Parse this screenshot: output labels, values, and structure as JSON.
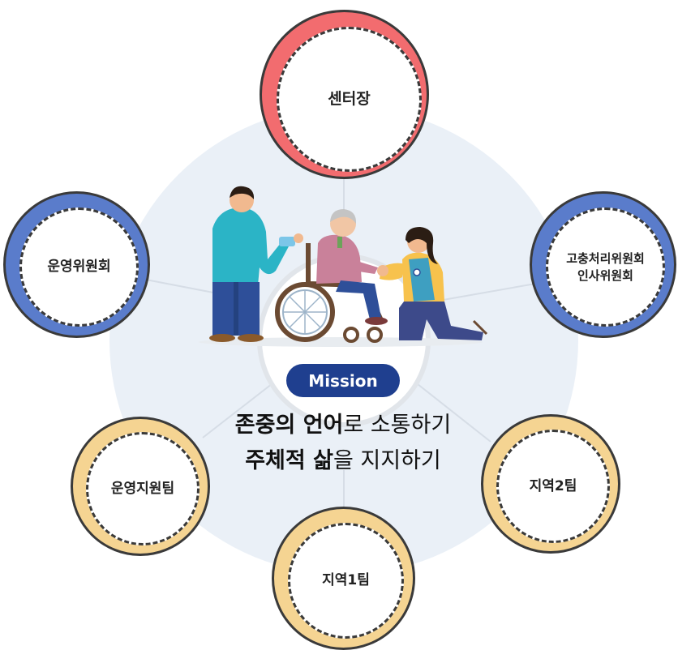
{
  "colors": {
    "background_disc": "#eaf0f7",
    "connector": "#d6dde6",
    "red": "#f26c6f",
    "blue": "#5a7ccb",
    "yellow": "#f5d492",
    "badge": "#1f3f8f"
  },
  "nodes": {
    "top": {
      "label": "센터장",
      "color": "red"
    },
    "left": {
      "label": "운영위원회",
      "color": "blue"
    },
    "right": {
      "label": "고충처리위원회\n인사위원회",
      "color": "blue"
    },
    "bottom_left": {
      "label": "운영지원팀",
      "color": "yellow"
    },
    "bottom_right": {
      "label": "지역2팀",
      "color": "yellow"
    },
    "bottom": {
      "label": "지역1팀",
      "color": "yellow"
    }
  },
  "mission": {
    "badge": "Mission",
    "line1_bold": "존중의 언어",
    "line1_rest": "로 소통하기",
    "line2_bold": "주체적 삶",
    "line2_rest": "을 지지하기"
  },
  "illustration": {
    "icons": [
      "volunteer-person-icon",
      "elderly-in-wheelchair-icon",
      "kneeling-caregiver-icon"
    ]
  }
}
